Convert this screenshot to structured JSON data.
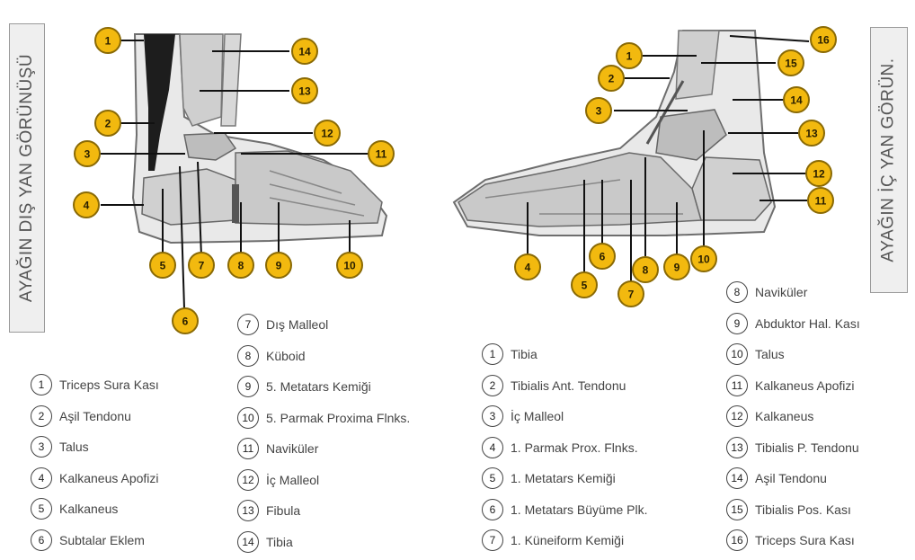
{
  "lateral_title": "AYAĞIN DIŞ YAN GÖRÜNÜŞÜ",
  "medial_title": "AYAĞIN İÇ YAN GÖRÜN.",
  "colors": {
    "marker_fill": "#f2b90f",
    "marker_stroke": "#8a6a05",
    "bone": "#cfcfcf",
    "label_box": "#efefef"
  },
  "lateral_markers": [
    "1",
    "2",
    "3",
    "4",
    "5",
    "6",
    "7",
    "8",
    "9",
    "10",
    "11",
    "12",
    "13",
    "14"
  ],
  "medial_markers": [
    "1",
    "2",
    "3",
    "4",
    "5",
    "6",
    "7",
    "8",
    "9",
    "10",
    "11",
    "12",
    "13",
    "14",
    "15",
    "16"
  ],
  "lateral_legend": [
    {
      "num": "1",
      "label": "Triceps Sura Kası"
    },
    {
      "num": "2",
      "label": "Aşil Tendonu"
    },
    {
      "num": "3",
      "label": "Talus"
    },
    {
      "num": "4",
      "label": "Kalkaneus Apofizi"
    },
    {
      "num": "5",
      "label": "Kalkaneus"
    },
    {
      "num": "6",
      "label": "Subtalar Eklem"
    },
    {
      "num": "7",
      "label": "Dış Malleol"
    },
    {
      "num": "8",
      "label": "Küboid"
    },
    {
      "num": "9",
      "label": "5. Metatars Kemiği"
    },
    {
      "num": "10",
      "label": "5. Parmak Proxima Flnks."
    },
    {
      "num": "11",
      "label": "Naviküler"
    },
    {
      "num": "12",
      "label": "İç Malleol"
    },
    {
      "num": "13",
      "label": "Fibula"
    },
    {
      "num": "14",
      "label": "Tibia"
    }
  ],
  "medial_legend": [
    {
      "num": "1",
      "label": "Tibia"
    },
    {
      "num": "2",
      "label": "Tibialis Ant. Tendonu"
    },
    {
      "num": "3",
      "label": "İç Malleol"
    },
    {
      "num": "4",
      "label": "1. Parmak Prox. Flnks."
    },
    {
      "num": "5",
      "label": "1. Metatars Kemiği"
    },
    {
      "num": "6",
      "label": "1. Metatars Büyüme Plk."
    },
    {
      "num": "7",
      "label": "1. Küneiform Kemiği"
    },
    {
      "num": "8",
      "label": "Naviküler"
    },
    {
      "num": "9",
      "label": "Abduktor Hal. Kası"
    },
    {
      "num": "10",
      "label": "Talus"
    },
    {
      "num": "11",
      "label": "Kalkaneus Apofizi"
    },
    {
      "num": "12",
      "label": "Kalkaneus"
    },
    {
      "num": "13",
      "label": "Tibialis P. Tendonu"
    },
    {
      "num": "14",
      "label": "Aşil Tendonu"
    },
    {
      "num": "15",
      "label": "Tibialis Pos. Kası"
    },
    {
      "num": "16",
      "label": "Triceps Sura Kası"
    }
  ]
}
